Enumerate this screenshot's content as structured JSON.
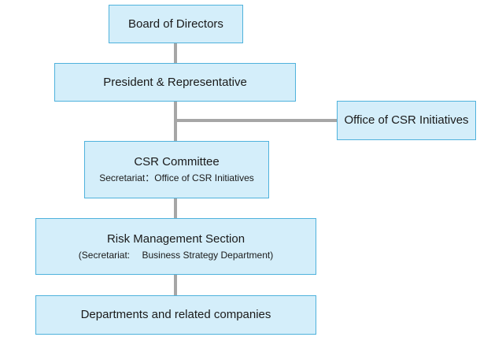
{
  "chart": {
    "board": "Board of Directors",
    "president": "President & Representative",
    "office": "Office of CSR Initiatives",
    "committee": {
      "title": "CSR Committee",
      "note": "Secretariat：Office of CSR Initiatives"
    },
    "risk": {
      "title": "Risk Management Section",
      "note": "(Secretariat:　 Business Strategy Department)"
    },
    "departments": "Departments and related companies"
  },
  "colors": {
    "box_fill": "#d4eefa",
    "box_border": "#4fb2dc",
    "connector": "#a6a6a6",
    "text": "#1a1a1a"
  }
}
